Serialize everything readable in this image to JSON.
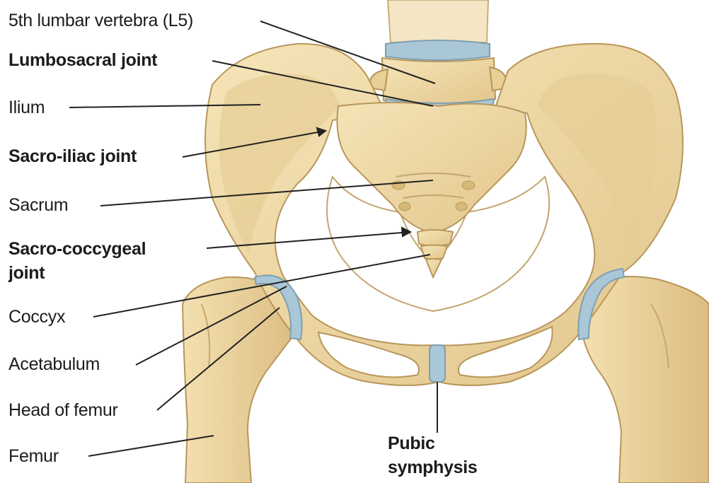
{
  "labels": {
    "l5": "5th lumbar vertebra (L5)",
    "lumbosacral": "Lumbosacral joint",
    "ilium": "Ilium",
    "sacroiliac": "Sacro-iliac joint",
    "sacrum": "Sacrum",
    "sacrococcygeal_1": "Sacro-coccygeal",
    "sacrococcygeal_2": "joint",
    "coccyx": "Coccyx",
    "acetabulum": "Acetabulum",
    "head_of_femur": "Head of femur",
    "femur": "Femur",
    "pubic_1": "Pubic",
    "pubic_2": "symphysis"
  },
  "colors": {
    "bone": "#efd9a6",
    "bone_shade": "#d9ba7e",
    "bone_dark": "#b8965a",
    "cartilage": "#a9c7d6",
    "text": "#1c1c1c",
    "leader": "#222222"
  }
}
